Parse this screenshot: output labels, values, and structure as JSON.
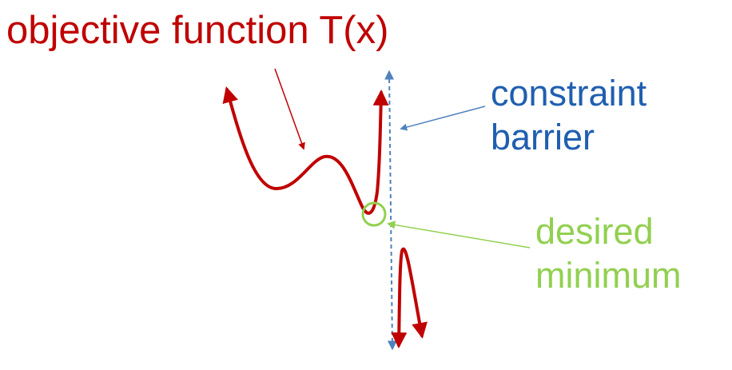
{
  "labels": {
    "objective": "objective function T(x)",
    "constraint_line1": "constraint",
    "constraint_line2": "barrier",
    "minimum_line1": "desired",
    "minimum_line2": "minimum"
  },
  "colors": {
    "curve": "#c00000",
    "barrier": "#4f81bd",
    "constraint_text": "#1f5fb0",
    "minimum": "#92d050"
  }
}
